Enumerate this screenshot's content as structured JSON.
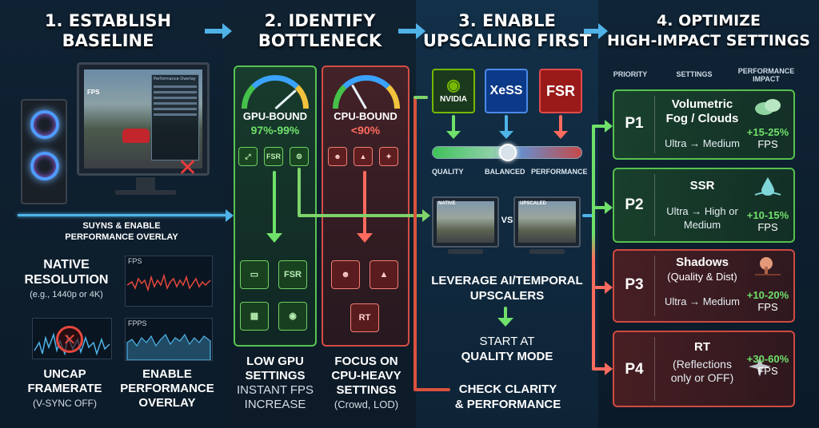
{
  "steps": {
    "step1": {
      "title_line1": "1. ESTABLISH",
      "title_line2": "BASELINE"
    },
    "step2": {
      "title_line1": "2. IDENTIFY",
      "title_line2": "BOTTLENECK"
    },
    "step3": {
      "title_line1": "3. ENABLE",
      "title_line2": "UPSCALING FIRST"
    },
    "step4": {
      "title_line1": "4. OPTIMIZE",
      "title_line2": "HIGH-IMPACT SETTINGS"
    }
  },
  "baseline": {
    "screen_fps": "FPS",
    "overlay_title": "Performance Overlay",
    "overlay_caption_line1": "SUYNS & ENABLE",
    "overlay_caption_line2": "PERFORMANCE OVERLAY",
    "native_line1": "NATIVE",
    "native_line2": "RESOLUTION",
    "native_line3": "(e.g., 1440p or 4K)",
    "graph1_label": "FPS",
    "graph2_label": "FPPS",
    "uncap_line1": "UNCAP",
    "uncap_line2": "FRAMERATE",
    "uncap_line3": "(V-SYNC OFF)",
    "enable_line1": "ENABLE",
    "enable_line2": "PERFORMANCE",
    "enable_line3": "OVERLAY"
  },
  "bottleneck": {
    "gpu_title": "GPU-BOUND",
    "gpu_value": "97%-99%",
    "cpu_title": "CPU-BOUND",
    "cpu_value": "<90%",
    "gpu_icon2": "FSR",
    "gpu_big_icon2": "FSR",
    "cpu_big_icon3": "RT",
    "gpu_caption_line1": "LOW GPU",
    "gpu_caption_line2": "SETTINGS",
    "gpu_caption_line3": "INSTANT FPS",
    "gpu_caption_line4": "INCREASE",
    "cpu_caption_line1": "FOCUS ON",
    "cpu_caption_line2": "CPU-HEAVY",
    "cpu_caption_line3": "SETTINGS",
    "cpu_caption_line4": "(Crowd, LOD)"
  },
  "upscaling": {
    "brand1": "NVIDIA",
    "brand2": "XeSS",
    "brand3": "FSR",
    "slider_quality": "QUALITY",
    "slider_balanced": "BALANCED",
    "slider_performance": "PERFORMANCE",
    "native_label": "NATIVE",
    "upscaled_label": "UPSCALED",
    "vs": "VS",
    "leverage_line1": "LEVERAGE AI/TEMPORAL",
    "leverage_line2": "UPSCALERS",
    "start_line1": "START AT",
    "start_line2": "QUALITY MODE",
    "check_line1": "CHECK CLARITY",
    "check_line2": "& PERFORMANCE"
  },
  "optimize": {
    "headers": {
      "priority": "PRIORITY",
      "settings": "SETTINGS",
      "impact_line1": "PERFORMANCE",
      "impact_line2": "IMPACT"
    },
    "rows": [
      {
        "id": "P1",
        "name_line1": "Volumetric",
        "name_line2": "Fog / Clouds",
        "change_line1": "Ultra → Medium",
        "change_line2": "",
        "impact": "+15-25%",
        "unit": "FPS",
        "icon": "cloud-icon"
      },
      {
        "id": "P2",
        "name_line1": "SSR",
        "name_line2": "",
        "change_line1": "Ultra → High or",
        "change_line2": "Medium",
        "impact": "+10-15%",
        "unit": "FPS",
        "icon": "water-drop-icon"
      },
      {
        "id": "P3",
        "name_line1": "Shadows",
        "name_line2": "(Quality & Dist)",
        "change_line1": "Ultra → Medium",
        "change_line2": "",
        "impact": "+10-20%",
        "unit": "FPS",
        "icon": "tree-icon"
      },
      {
        "id": "P4",
        "name_line1": "RT",
        "name_line2": "(Reflections",
        "change_line1": "only or OFF)",
        "change_line2": "",
        "impact": "+30-60%",
        "unit": "FPS",
        "icon": "sparkle-icon"
      }
    ]
  },
  "colors": {
    "green": "#56c14e",
    "red": "#cf4b41",
    "blue": "#4fb3e8",
    "text_green": "#6fe06a",
    "text_red": "#ff6b5e"
  }
}
